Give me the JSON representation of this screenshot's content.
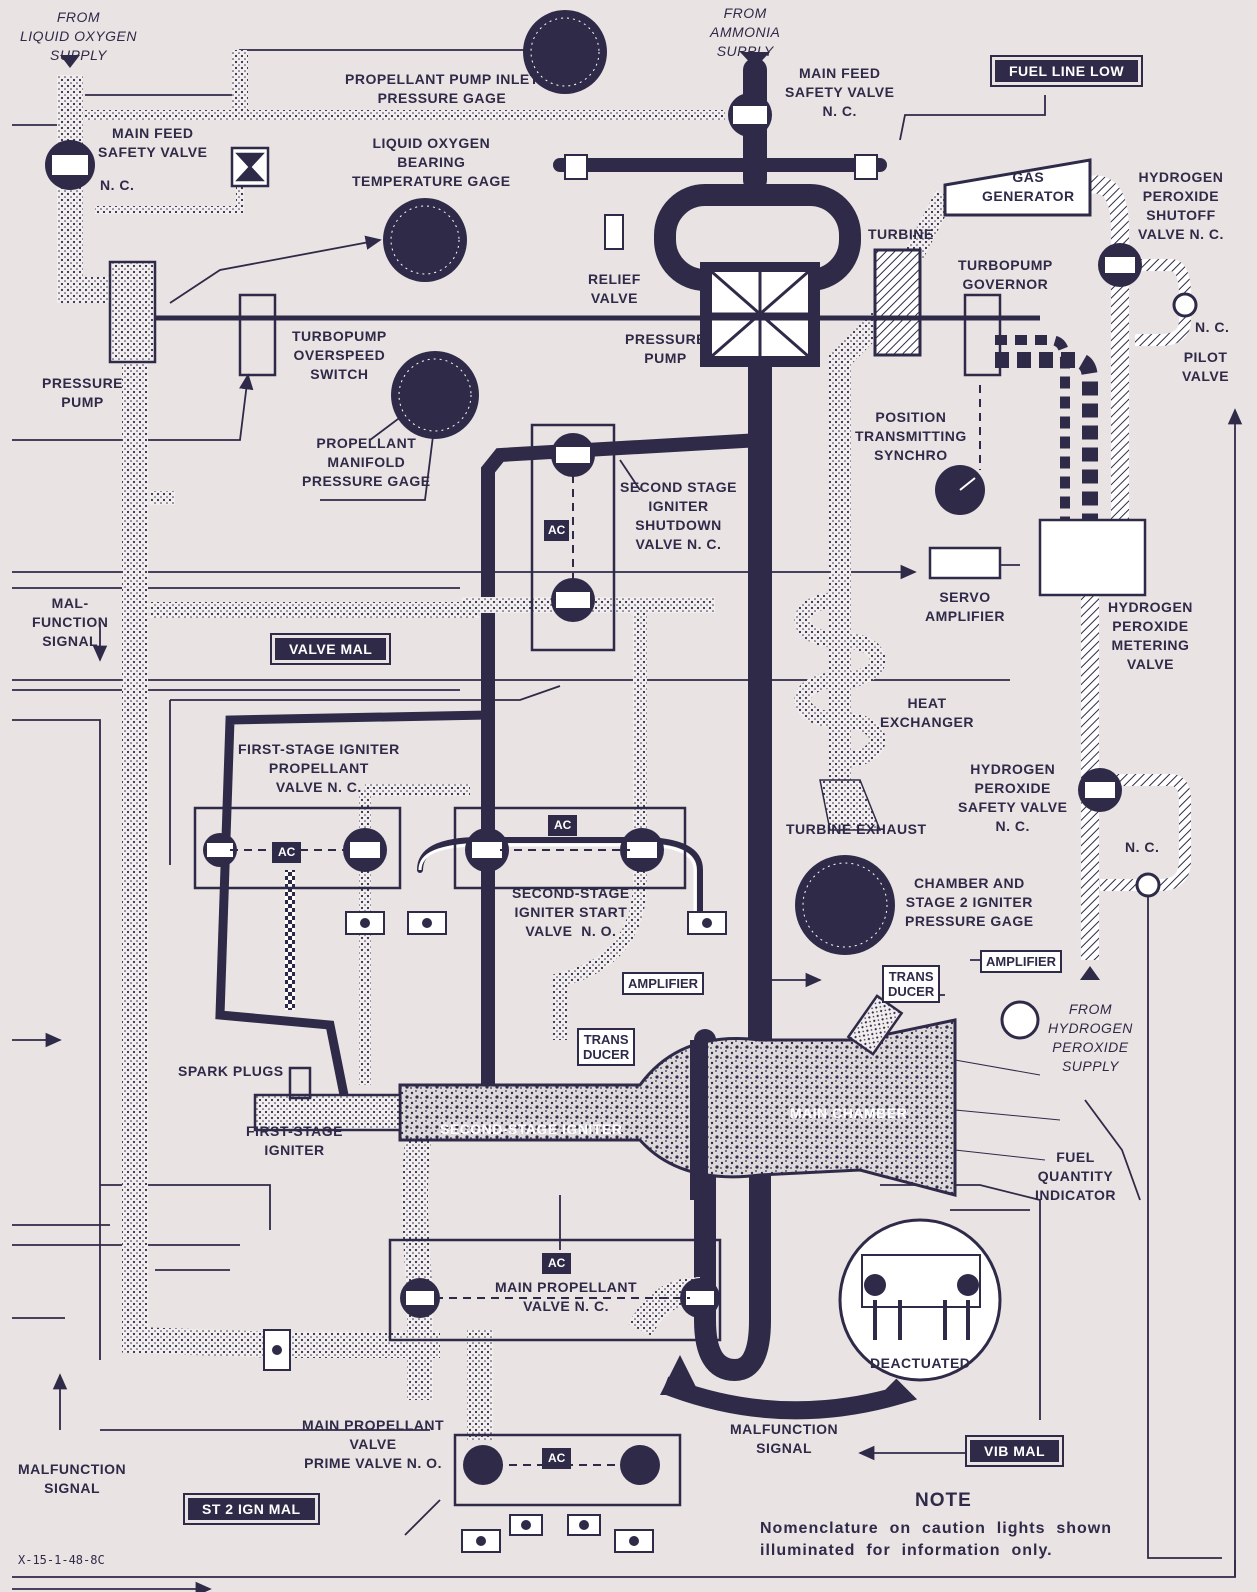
{
  "labels": {
    "from_lox": "FROM\nLIQUID OXYGEN\nSUPPLY",
    "from_ammonia": "FROM\nAMMONIA\nSUPPLY",
    "from_h2o2": "FROM\nHYDROGEN\nPEROXIDE\nSUPPLY",
    "pump_inlet_gage": "PROPELLANT PUMP INLET\nPRESSURE GAGE",
    "main_feed_left": "MAIN FEED\nSAFETY VALVE",
    "nc_left": "N. C.",
    "main_feed_right": "MAIN FEED\nSAFETY VALVE\nN. C.",
    "lox_bearing": "LIQUID OXYGEN\nBEARING\nTEMPERATURE GAGE",
    "relief_valve": "RELIEF\nVALVE",
    "gas_generator": "GAS\nGENERATOR",
    "turbine": "TURBINE",
    "turbopump_governor": "TURBOPUMP\nGOVERNOR",
    "h2o2_shutoff": "HYDROGEN\nPEROXIDE\nSHUTOFF\nVALVE N. C.",
    "nc_pilot": "N. C.",
    "pilot_valve": "PILOT\nVALVE",
    "pressure_pump_left": "PRESSURE\nPUMP",
    "turbopump_overspeed": "TURBOPUMP\nOVERSPEED\nSWITCH",
    "pressure_pump_center": "PRESSURE\nPUMP",
    "position_synchro": "POSITION\nTRANSMITTING\nSYNCHRO",
    "manifold_gage": "PROPELLANT\nMANIFOLD\nPRESSURE GAGE",
    "second_stage_shutdown": "SECOND STAGE\nIGNITER\nSHUTDOWN\nVALVE N. C.",
    "servo_amplifier": "SERVO\nAMPLIFIER",
    "malfunction_left": "MAL-\nFUNCTION\nSIGNAL",
    "h2o2_metering": "HYDROGEN\nPEROXIDE\nMETERING\nVALVE",
    "heat_exchanger": "HEAT\nEXCHANGER",
    "first_stage_valve": "FIRST-STAGE IGNITER\nPROPELLANT\nVALVE N. C.",
    "h2o2_safety": "HYDROGEN\nPEROXIDE\nSAFETY VALVE\nN. C.",
    "turbine_exhaust": "TURBINE EXHAUST",
    "nc_lower": "N. C.",
    "second_stage_start": "SECOND-STAGE\nIGNITER START\nVALVE  N. O.",
    "chamber_gage": "CHAMBER AND\nSTAGE 2 IGNITER\nPRESSURE GAGE",
    "spark_plugs": "SPARK PLUGS",
    "first_stage_igniter": "FIRST-STAGE\nIGNITER",
    "second_stage_igniter": "SECOND-STAGE IGNITER",
    "main_chamber": "MAIN CHAMBER",
    "fuel_quantity": "FUEL\nQUANTITY\nINDICATOR",
    "main_prop_valve": "MAIN PROPELLANT\nVALVE N. C.",
    "deactuated": "DEACTUATED",
    "prime_valve": "MAIN PROPELLANT\nVALVE\nPRIME VALVE N. O.",
    "malfunction_right": "MALFUNCTION\nSIGNAL",
    "malfunction_bottom": "MALFUNCTION\nSIGNAL",
    "ac": "AC"
  },
  "boxes": {
    "amplifier_center": "AMPLIFIER",
    "trans_ducer_center": "TRANS\nDUCER",
    "trans_ducer_right": "TRANS\nDUCER",
    "amplifier_right": "AMPLIFIER"
  },
  "caution_lights": {
    "fuel_line_low": "FUEL LINE LOW",
    "valve_mal": "VALVE MAL",
    "vib_mal": "VIB MAL",
    "st2_ign_mal": "ST 2 IGN MAL"
  },
  "note": {
    "title": "NOTE",
    "text": "Nomenclature  on  caution  lights  shown\nilluminated  for  information  only."
  },
  "figure_code": "X-15-1-48-8C",
  "colors": {
    "ink": "#2f2a48",
    "paper": "#e9e3e3"
  }
}
